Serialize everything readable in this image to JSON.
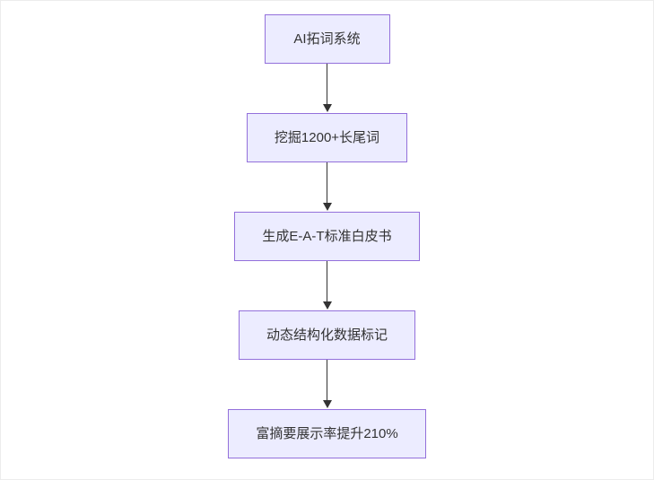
{
  "diagram": {
    "type": "flowchart",
    "direction": "top-down",
    "nodes": [
      {
        "id": "A",
        "label": "AI拓词系统"
      },
      {
        "id": "B",
        "label": "挖掘1200+长尾词"
      },
      {
        "id": "C",
        "label": "生成E-A-T标准白皮书"
      },
      {
        "id": "D",
        "label": "动态结构化数据标记"
      },
      {
        "id": "E",
        "label": "富摘要展示率提升210%"
      }
    ],
    "edges": [
      {
        "from": "A",
        "to": "B",
        "arrow": "down"
      },
      {
        "from": "B",
        "to": "C",
        "arrow": "down"
      },
      {
        "from": "C",
        "to": "D",
        "arrow": "down"
      },
      {
        "from": "D",
        "to": "E",
        "arrow": "down"
      }
    ],
    "colors": {
      "node_fill": "#ECECFF",
      "node_border": "#9370DB",
      "node_text": "#333333",
      "arrow": "#333333",
      "background": "#FFFFFF"
    }
  }
}
